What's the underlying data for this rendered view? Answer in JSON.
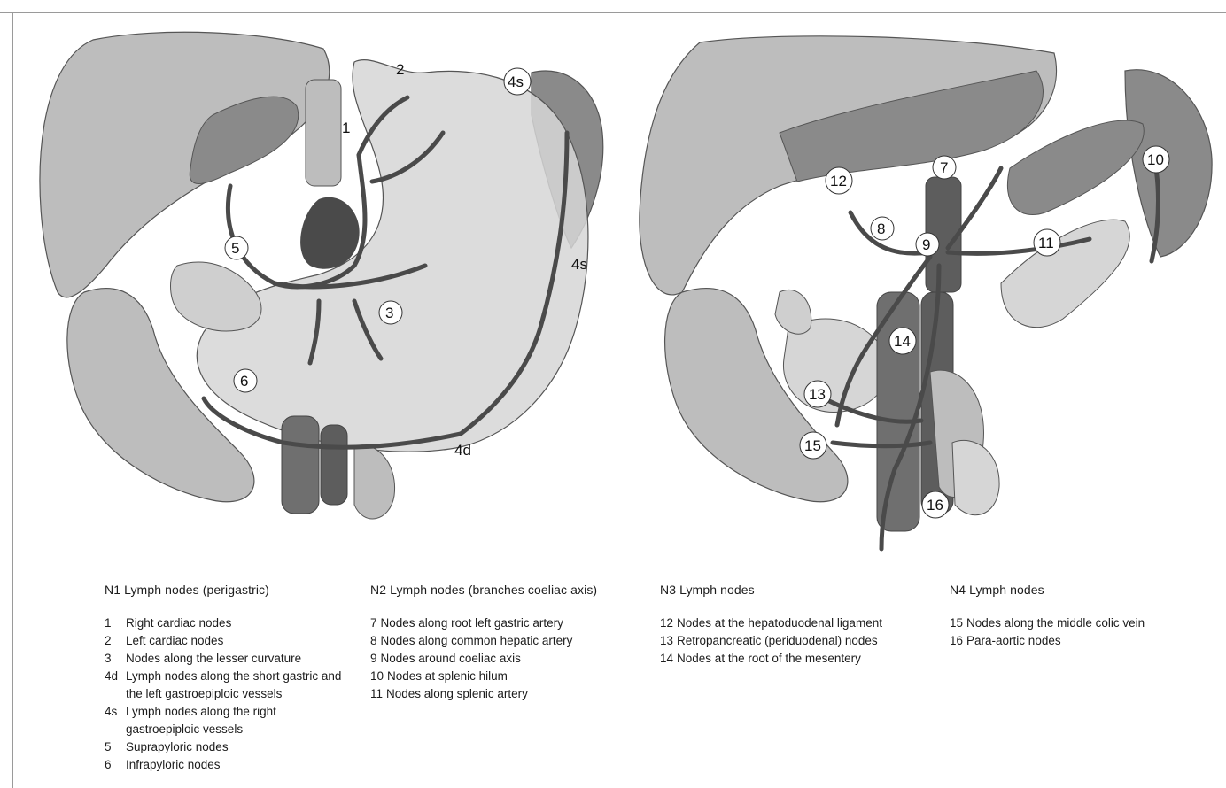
{
  "left_figure_labels": {
    "n1": "1",
    "n2": "2",
    "n3": "3",
    "n4s_top": "4s",
    "n4s_side": "4s",
    "n4d": "4d",
    "n5": "5",
    "n6": "6"
  },
  "right_figure_labels": {
    "n7": "7",
    "n8": "8",
    "n9": "9",
    "n10": "10",
    "n11": "11",
    "n12": "12",
    "n13": "13",
    "n14": "14",
    "n15": "15",
    "n16": "16"
  },
  "legend": {
    "n1": {
      "title": "N1 Lymph nodes (perigastric)",
      "items": [
        {
          "num": "1",
          "text": "Right cardiac nodes"
        },
        {
          "num": "2",
          "text": "Left cardiac nodes"
        },
        {
          "num": "3",
          "text": "Nodes along the lesser curvature"
        },
        {
          "num": "4d",
          "text": "Lymph nodes along the short gastric and the left gastroepiploic vessels"
        },
        {
          "num": "4s",
          "text": "Lymph nodes along the right gastroepiploic vessels"
        },
        {
          "num": "5",
          "text": "Suprapyloric nodes"
        },
        {
          "num": "6",
          "text": "Infrapyloric nodes"
        }
      ]
    },
    "n2": {
      "title": "N2 Lymph nodes (branches coeliac axis)",
      "items": [
        {
          "num": "7",
          "text": "Nodes along root left gastric artery"
        },
        {
          "num": "8",
          "text": "Nodes along common hepatic artery"
        },
        {
          "num": "9",
          "text": "Nodes around coeliac axis"
        },
        {
          "num": "10",
          "text": "Nodes at splenic hilum"
        },
        {
          "num": "11",
          "text": "Nodes along splenic artery"
        }
      ]
    },
    "n3": {
      "title": "N3 Lymph nodes",
      "items": [
        {
          "num": "12",
          "text": "Nodes at the hepatoduodenal ligament"
        },
        {
          "num": "13",
          "text": "Retropancreatic (periduodenal) nodes"
        },
        {
          "num": "14",
          "text": "Nodes at the root of the mesentery"
        }
      ]
    },
    "n4": {
      "title": "N4 Lymph nodes",
      "items": [
        {
          "num": "15",
          "text": "Nodes along the middle colic vein"
        },
        {
          "num": "16",
          "text": "Para-aortic nodes"
        }
      ]
    }
  }
}
